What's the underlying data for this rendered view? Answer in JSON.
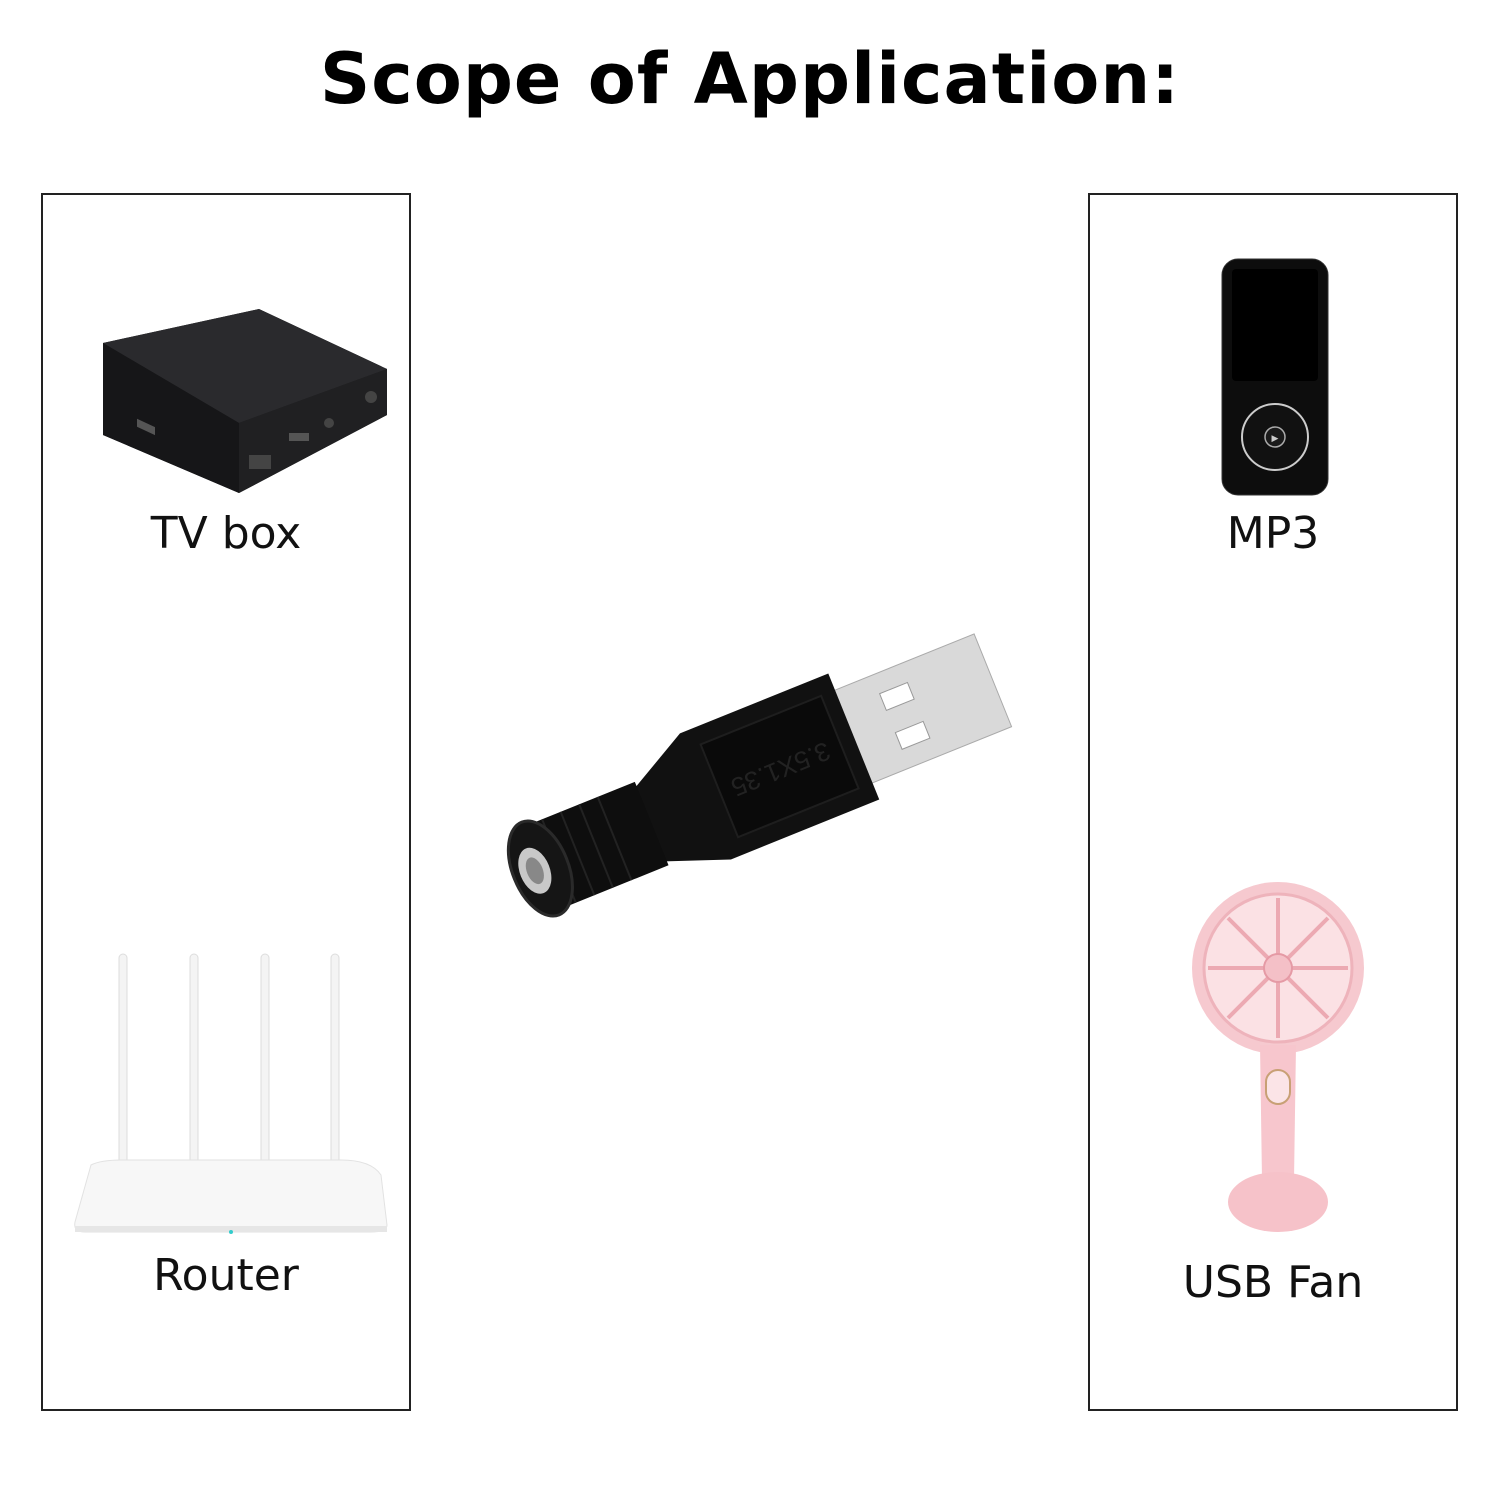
{
  "title": "Scope of Application:",
  "left_panel": {
    "items": [
      {
        "label": "TV box",
        "icon": "tv-box"
      },
      {
        "label": "Router",
        "icon": "router"
      }
    ]
  },
  "right_panel": {
    "items": [
      {
        "label": "MP3",
        "icon": "mp3-player"
      },
      {
        "label": "USB Fan",
        "icon": "usb-fan"
      }
    ]
  },
  "product": {
    "name": "usb-to-dc-adapter",
    "embossed_text": "3.5X1.35"
  }
}
